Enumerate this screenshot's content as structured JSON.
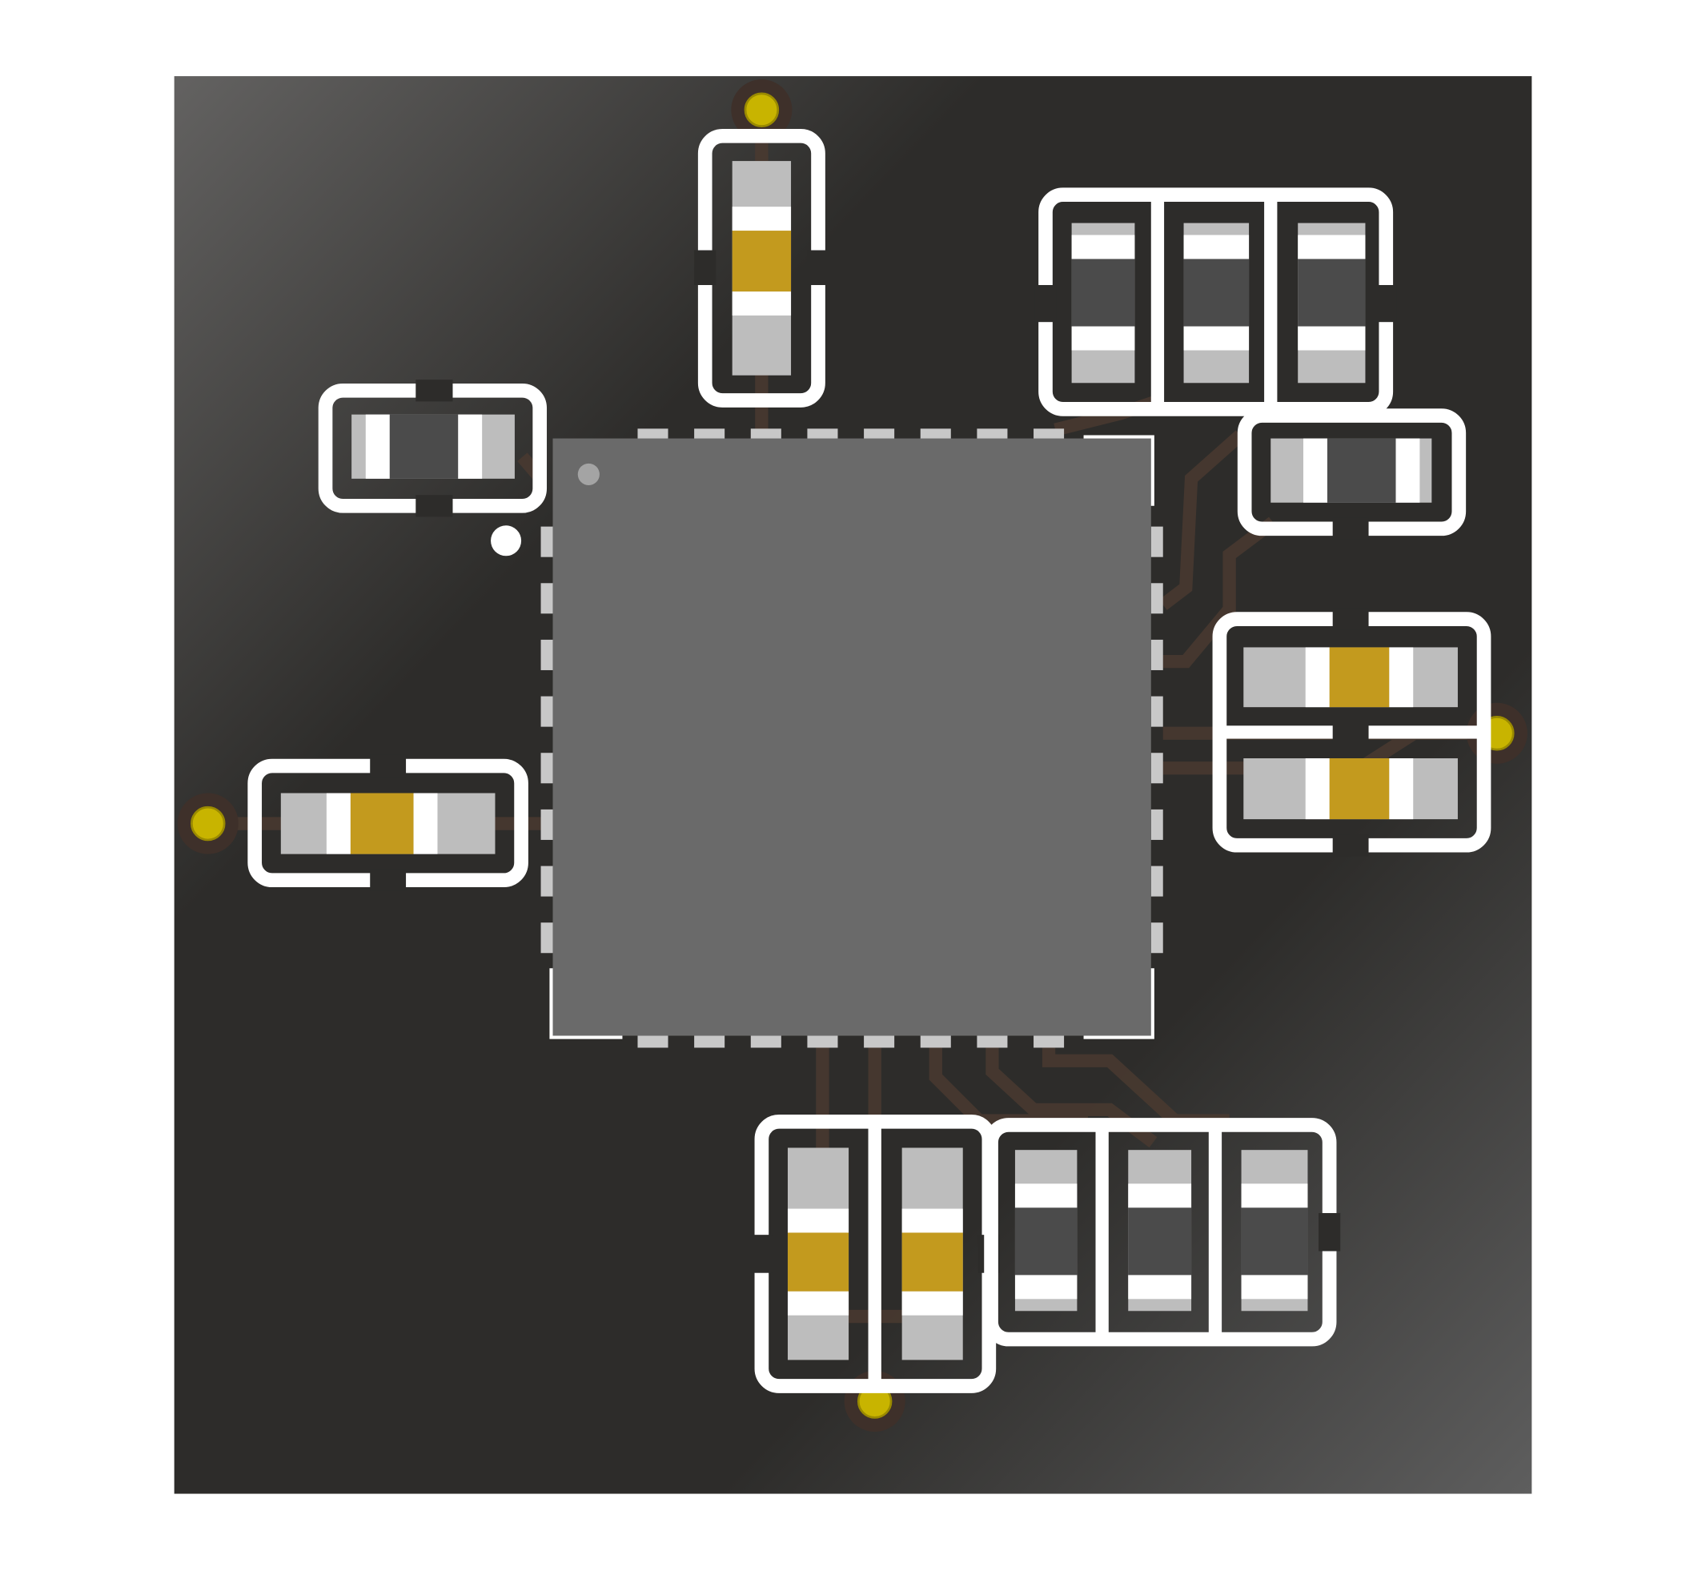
{
  "colors": {
    "background": "#ffffff",
    "board_light": "#626262",
    "board_dark": "#2b2a28",
    "ic_body": "#6a6a6a",
    "pin": "#c8c8c8",
    "silkscreen": "#ffffff",
    "pad": "#bdbdbd",
    "resistor_body": "#4b4b4b",
    "capacitor_body": "#c39a1e",
    "via": "#c8b400",
    "trace": "#4a3a30"
  },
  "board": {
    "view": "top",
    "components": [
      "qfn-ic",
      "smd-resistor",
      "smd-capacitor",
      "via"
    ]
  }
}
